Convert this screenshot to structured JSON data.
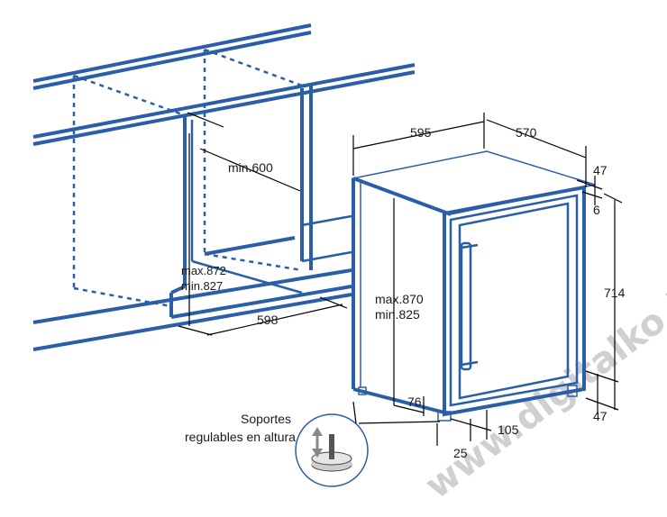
{
  "dimensions": {
    "cabinet_width": "595",
    "cabinet_depth": "570",
    "door_offset": "47",
    "top_gap": "6",
    "door_height": "714",
    "bottom_gap": "47",
    "foot_depth": "105",
    "foot_inset": "76",
    "foot_width": "25",
    "niche_depth": "598",
    "niche_min_width": "min.600",
    "niche_max_height": "max.872",
    "niche_min_height": "min.827",
    "unit_max_height": "max.870",
    "unit_min_height": "min.825"
  },
  "callout": {
    "line1": "Soportes",
    "line2": "regulables en altura"
  },
  "watermark": "www.digitalko.hu",
  "colors": {
    "outline": "#2a5ea8",
    "dimension": "#000000"
  }
}
